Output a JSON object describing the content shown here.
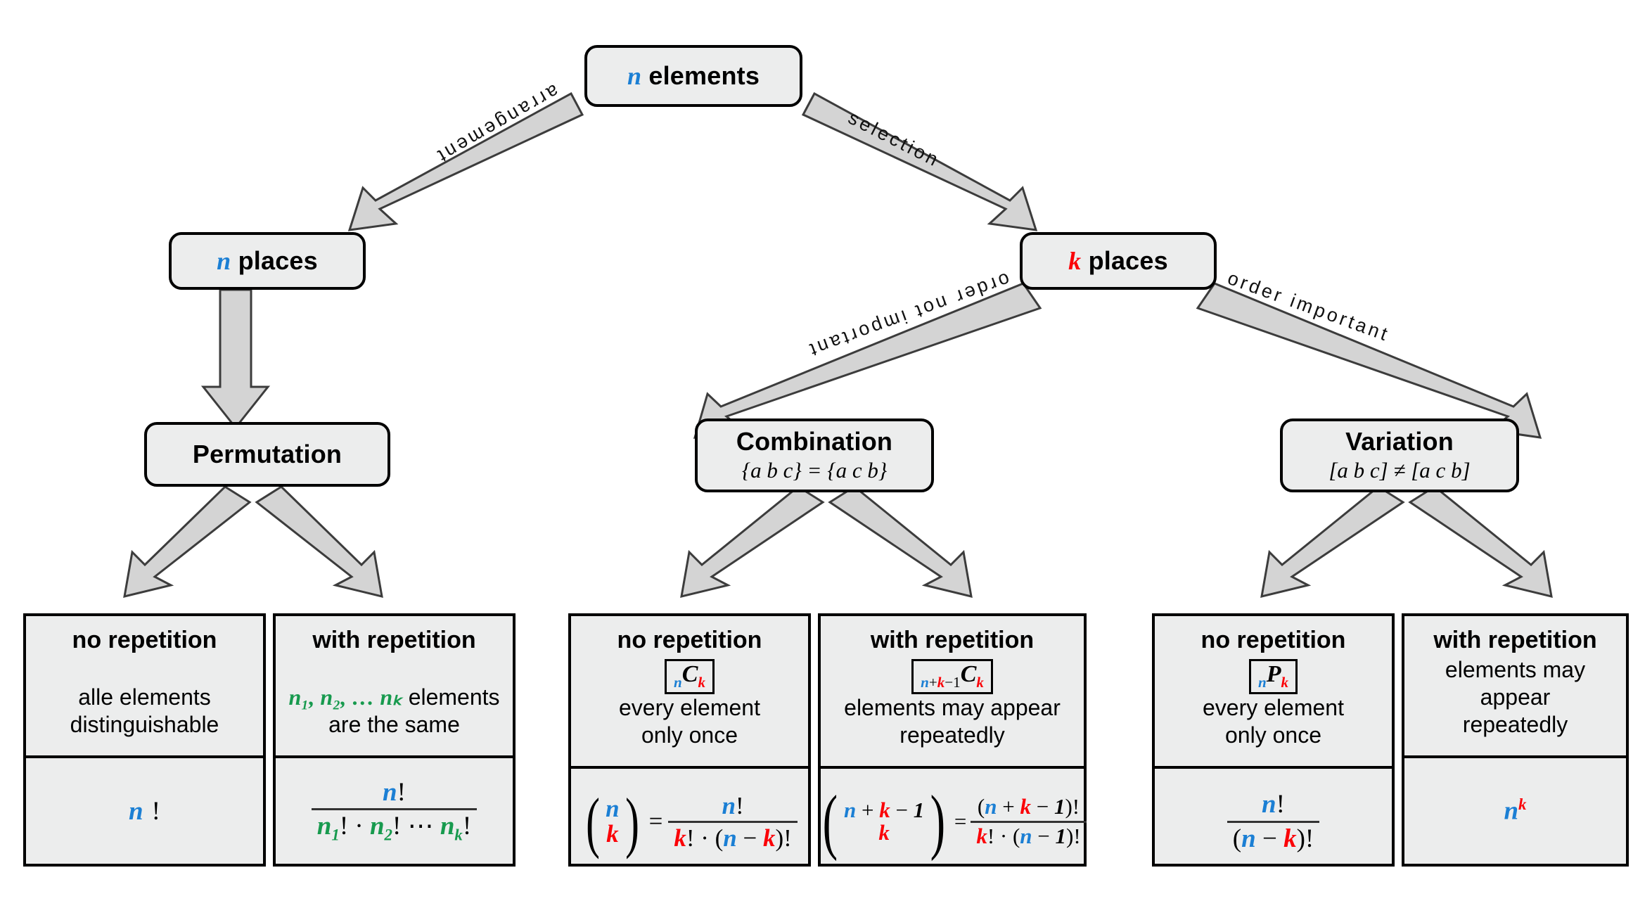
{
  "diagram": {
    "title": "Combinatorics decision tree",
    "colors": {
      "n_color": "#1b7fd4",
      "k_color": "#fb0007",
      "green": "#179a4e",
      "node_fill": "#eceded",
      "arrow_fill": "#d4d4d4",
      "border": "#000000"
    }
  },
  "root": {
    "var": "n",
    "label": "elements"
  },
  "edges": {
    "arrangement": "arrangement",
    "selection": "selection",
    "order_not_important": "order not important",
    "order_important": "order important"
  },
  "level2": {
    "left": {
      "var": "n",
      "label": "places"
    },
    "right": {
      "var": "k",
      "label": "places"
    }
  },
  "level3": {
    "permutation": {
      "title": "Permutation",
      "example": ""
    },
    "combination": {
      "title": "Combination",
      "example": "{a b c} = {a c b}"
    },
    "variation": {
      "title": "Variation",
      "example": "[a b c] ≠ [a c b]"
    }
  },
  "cards": {
    "perm_no_rep": {
      "head": "no repetition",
      "notation": "",
      "desc_line1": "alle elements",
      "desc_line2": "distinguishable",
      "formula": "n!"
    },
    "perm_with_rep": {
      "head": "with repetition",
      "notation": "",
      "desc_prefix": "n₁, n₂, … nₖ",
      "desc_line1_tail": " elements",
      "desc_line2": "are the same",
      "formula_num": "n!",
      "formula_den": "n₁! · n₂! ⋯ nₖ!"
    },
    "comb_no_rep": {
      "head": "no repetition",
      "notation": "nCk",
      "desc_line1": "every element",
      "desc_line2": "only once",
      "formula": "(n k) = n! / (k! · (n − k)!)",
      "binom_top": "n",
      "binom_bottom": "k",
      "num": "n!",
      "den": "k! · (n − k)!"
    },
    "comb_with_rep": {
      "head": "with repetition",
      "notation": "n+k-1Ck",
      "desc_line1": "elements may appear",
      "desc_line2": "repeatedly",
      "binom_top": "n + k − 1",
      "binom_bottom": "k",
      "num": "(n + k − 1)!",
      "den": "k! · (n − 1)!"
    },
    "var_no_rep": {
      "head": "no repetition",
      "notation": "nPk",
      "desc_line1": "every element",
      "desc_line2": "only once",
      "num": "n!",
      "den": "(n − k)!"
    },
    "var_with_rep": {
      "head": "with repetition",
      "notation": "",
      "desc_line1": "elements may appear",
      "desc_line2": "repeatedly",
      "formula": "n^k"
    }
  }
}
